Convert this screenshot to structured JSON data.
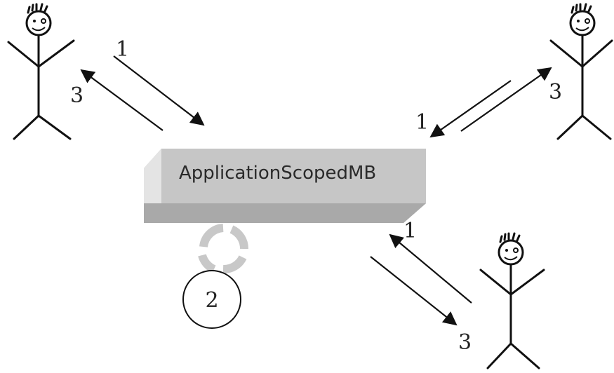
{
  "box": {
    "label": "ApplicationScopedMB"
  },
  "step_labels": {
    "top_left_request": "1",
    "top_left_response": "3",
    "top_right_request": "1",
    "top_right_response": "3",
    "bottom_right_request": "1",
    "bottom_right_response": "3",
    "process": "2"
  },
  "colors": {
    "box_front": "#bdbdbd",
    "box_top": "#dcdcdc",
    "box_side": "#e6e6e6",
    "cycle": "#c8c8c8",
    "line": "#111111"
  }
}
